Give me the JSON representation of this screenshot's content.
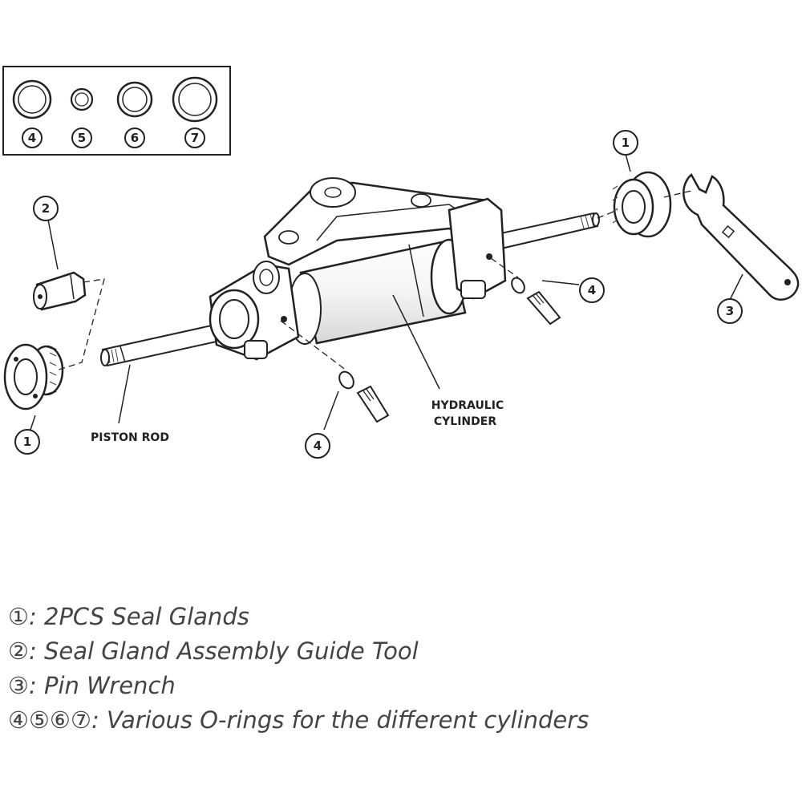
{
  "diagram": {
    "callouts": {
      "gland_left": "1",
      "gland_right": "1",
      "guide_tool": "2",
      "wrench": "3",
      "fitting_right": "4",
      "fitting_lower": "4"
    },
    "inset_labels": [
      "4",
      "5",
      "6",
      "7"
    ],
    "text_labels": {
      "piston_rod": "PISTON ROD",
      "hydraulic_line1": "HYDRAULIC",
      "hydraulic_line2": "CYLINDER"
    }
  },
  "legend": [
    "①: 2PCS Seal Glands",
    "②: Seal Gland Assembly Guide Tool",
    "③: Pin Wrench",
    "④⑤⑥⑦: Various O-rings for the different cylinders"
  ]
}
